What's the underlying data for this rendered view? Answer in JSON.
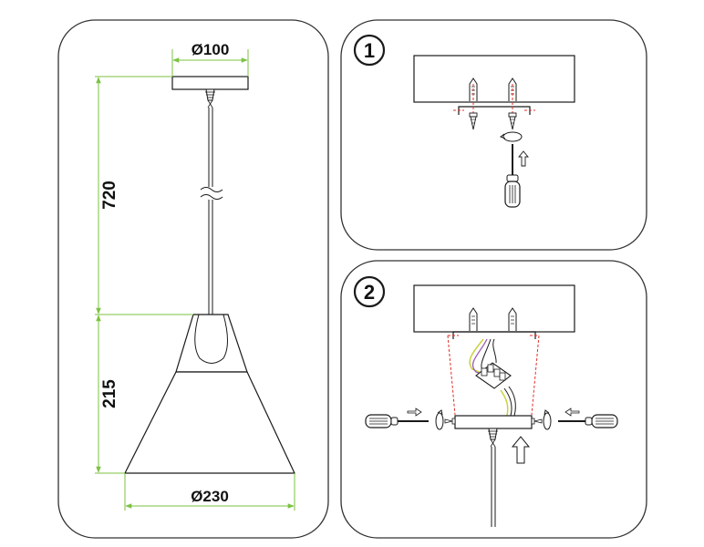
{
  "colors": {
    "outline": "#1a1a1a",
    "dimension_line": "#7cc242",
    "cut_guide": "#e0312a",
    "wire_yellow_green": "#c9d23a",
    "wire_violet": "#9b59b6",
    "panel_border": "#333333"
  },
  "dimensions": {
    "canopy_diameter": "Ø100",
    "total_height": "720",
    "shade_height": "215",
    "shade_diameter": "Ø230"
  },
  "steps": {
    "step1": "1",
    "step2": "2"
  },
  "icons": [
    "screwdriver-icon",
    "rotate-arrow-icon",
    "push-up-arrow-icon",
    "wall-plug-icon",
    "screw-icon",
    "terminal-block-icon"
  ]
}
